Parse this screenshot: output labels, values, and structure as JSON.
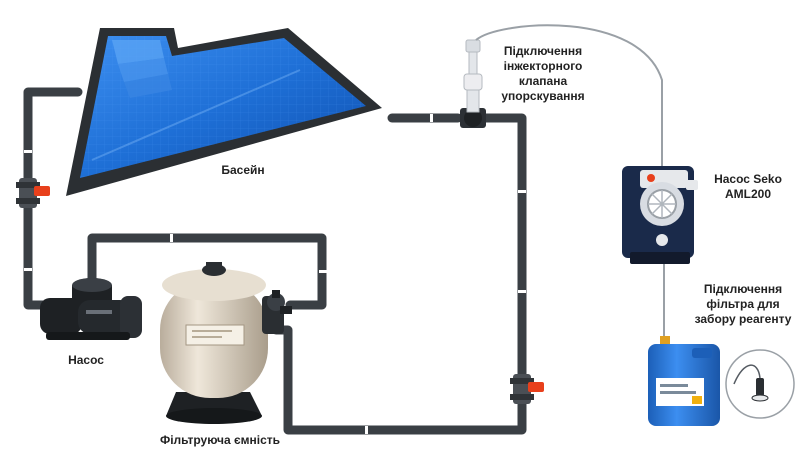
{
  "labels": {
    "pool": "Басейн",
    "pump": "Насос",
    "filter": "Фільтруюча ємність",
    "injector": [
      "Підключення",
      "інжекторного",
      "клапана",
      "упорскування"
    ],
    "seko": [
      "Насос Seko",
      "AML200"
    ],
    "suction": [
      "Підключення",
      "фільтра для",
      "забору реагенту"
    ]
  },
  "colors": {
    "pipe": "#3a3f44",
    "pool_water": "#1e6fd6",
    "pool_frame": "#2b2f33",
    "valve_handle": "#e8401c",
    "filter_tank": "#d9cfc0",
    "pump_body": "#1e2124",
    "seko_body": "#1a2a4a",
    "canister": "#2a78d8",
    "hose": "#9aa0a6"
  },
  "icons": [
    "pool-image",
    "valve-icon",
    "pump-icon",
    "sand-filter-icon",
    "injector-valve-icon",
    "dosing-pump-icon",
    "reagent-canister-icon",
    "suction-filter-icon"
  ]
}
